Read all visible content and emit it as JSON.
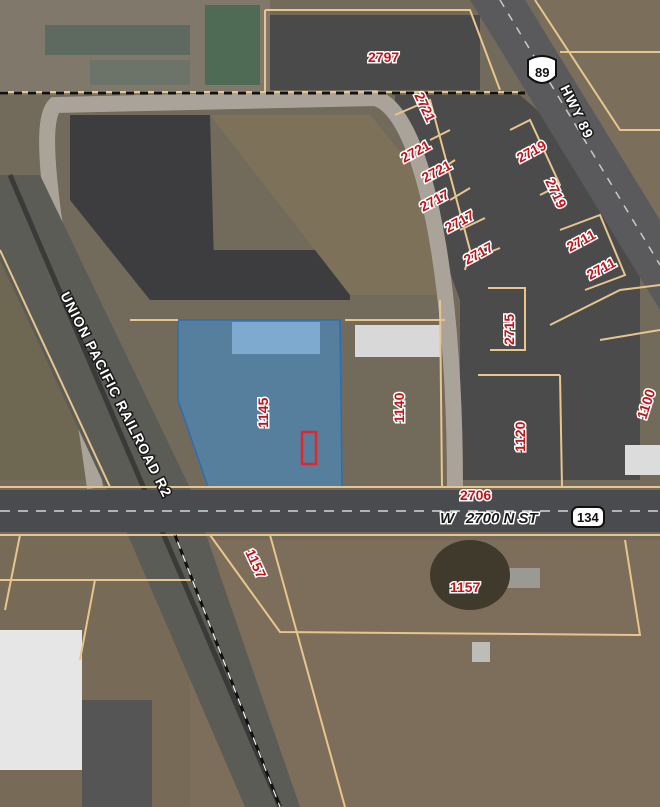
{
  "map": {
    "colors": {
      "parcel_line": "#e8c58c",
      "highlight_fill": "#3f8fd6",
      "highlight_box": "#e2262c",
      "label_red": "#c0141b"
    },
    "roads": {
      "highway": "HWY 89",
      "highway_shield": "89",
      "railroad": "UNION PACIFIC RAILROAD R2",
      "street_prefix": "W",
      "street": "2700 N ST",
      "street_shield": "134"
    },
    "parcels": {
      "p2797": "2797",
      "p2721a": "2721",
      "p2721b": "2721",
      "p2721c": "2721",
      "p2719a": "2719",
      "p2719b": "2719",
      "p2717a": "2717",
      "p2717b": "2717",
      "p2717c": "2717",
      "p2711a": "2711",
      "p2711b": "2711",
      "p2715": "2715",
      "p1145": "1145",
      "p1140": "1140",
      "p1120": "1120",
      "p1100": "1100",
      "p2706": "2706",
      "p1157a": "1157",
      "p1157b": "1157"
    }
  }
}
